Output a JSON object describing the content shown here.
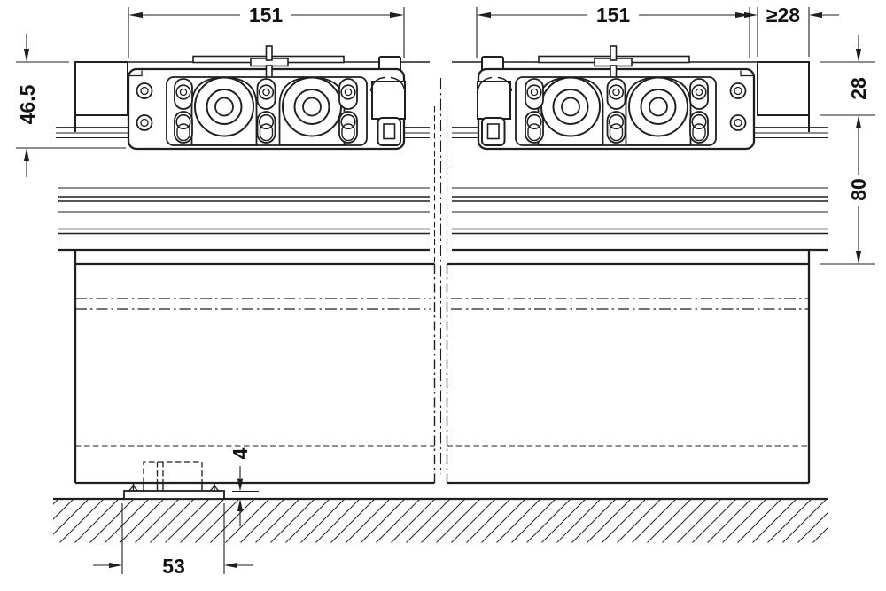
{
  "drawing": {
    "background_color": "#ffffff",
    "line_color": "#1f1f1f",
    "text_color": "#111111"
  },
  "dimensions": {
    "carriage_left_length": "151",
    "carriage_right_length": "151",
    "min_end_clearance": "≥28",
    "fitting_overall_height": "46.5",
    "track_profile_height": "28",
    "track_to_door_top": "80",
    "floor_guide_clearance": "4",
    "floor_guide_width": "53"
  }
}
